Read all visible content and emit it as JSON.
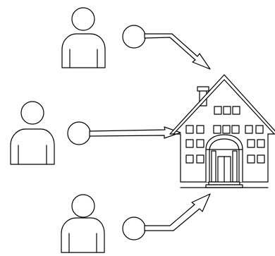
{
  "diagram": {
    "people": [
      {
        "id": "person-top"
      },
      {
        "id": "person-middle"
      },
      {
        "id": "person-bottom"
      }
    ],
    "arrows": [
      {
        "id": "arrow-top-to-building"
      },
      {
        "id": "arrow-middle-to-building"
      },
      {
        "id": "arrow-bottom-to-building"
      }
    ],
    "target": {
      "id": "school-building"
    },
    "colors": {
      "stroke": "#000000",
      "fill": "#ffffff"
    }
  }
}
